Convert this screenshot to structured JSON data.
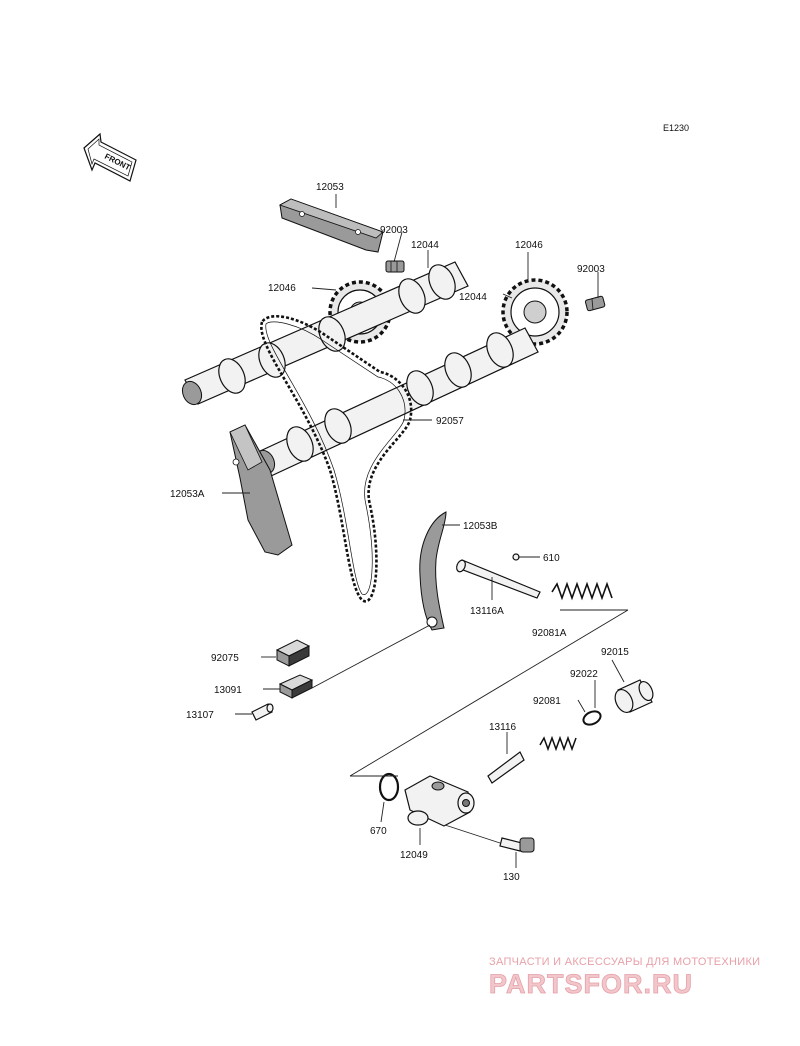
{
  "diagram_code": "E1230",
  "front_label": "FRONT",
  "parts": {
    "p12053": "12053",
    "p92003_left": "92003",
    "p12044_top": "12044",
    "p12046_right": "12046",
    "p92003_right": "92003",
    "p12046_left": "12046",
    "p12044_right": "12044",
    "p92057": "92057",
    "p12053A": "12053A",
    "p12053B": "12053B",
    "p610": "610",
    "p13116A": "13116A",
    "p92081A": "92081A",
    "p92075": "92075",
    "p92015": "92015",
    "p92022": "92022",
    "p13091": "13091",
    "p92081": "92081",
    "p13107": "13107",
    "p13116": "13116",
    "p670": "670",
    "p12049": "12049",
    "p130": "130"
  },
  "watermark": {
    "tagline": "ЗАПЧАСТИ И АКСЕССУАРЫ ДЛЯ МОТОТЕХНИКИ",
    "brand": "PARTSFOR.RU",
    "accent_color": "#e8a0a8"
  }
}
